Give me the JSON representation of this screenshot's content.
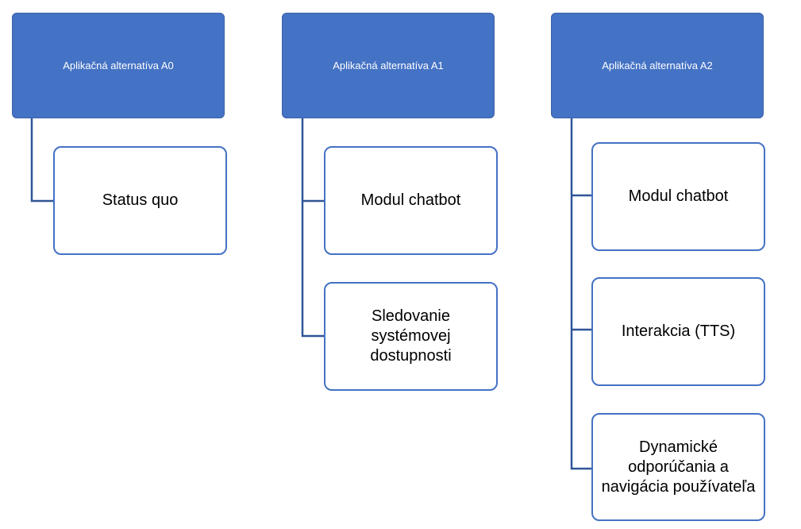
{
  "diagram": {
    "accent_color": "#4472c4",
    "line_color": "#2f5597",
    "columns": [
      {
        "title": "Aplikačná alternatíva A0",
        "items": [
          "Status quo"
        ]
      },
      {
        "title": "Aplikačná alternatíva A1",
        "items": [
          "Modul chatbot",
          "Sledovanie systémovej dostupnosti"
        ]
      },
      {
        "title": "Aplikačná alternatíva A2",
        "items": [
          "Modul chatbot",
          "Interakcia (TTS)",
          "Dynamické odporúčania a navigácia používateľa"
        ]
      }
    ]
  }
}
